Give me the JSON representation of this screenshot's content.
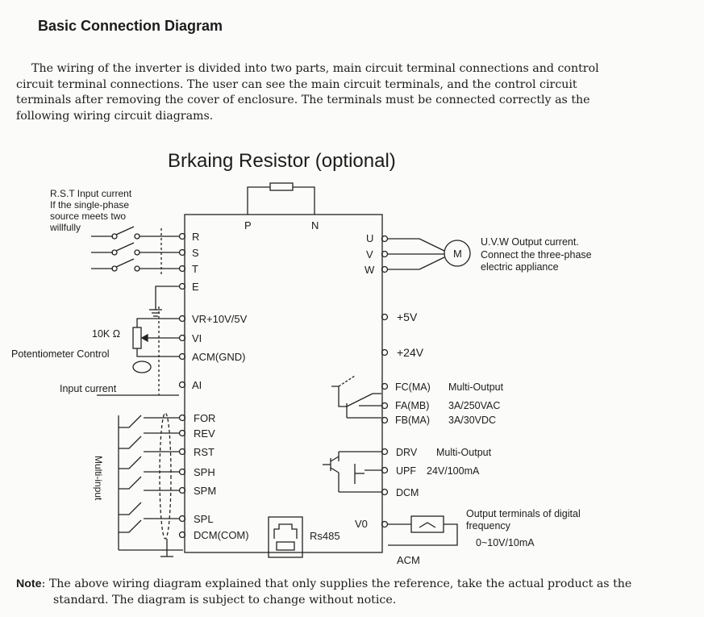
{
  "heading": "Basic Connection Diagram",
  "intro": {
    "line1": "The wiring of the inverter is divided into two parts, main circuit terminal connections and control",
    "line2": "circuit terminal connections. The user can see the main circuit terminals, and the control circuit",
    "line3": "terminals after removing the cover of enclosure. The terminals must be connected correctly as the",
    "line4": "following wiring circuit diagrams."
  },
  "diagram": {
    "braking_title": "Brkaing Resistor (optional)",
    "input_note": [
      "R.S.T Input current",
      "If the single-phase",
      "source meets two",
      "willfully"
    ],
    "dc_terminals": [
      "P",
      "N"
    ],
    "main_inputs": [
      "R",
      "S",
      "T",
      "E"
    ],
    "outputs": [
      "U",
      "V",
      "W"
    ],
    "motor": "M",
    "output_note": [
      "U.V.W Output current.",
      "Connect the three-phase",
      "electric appliance"
    ],
    "analog": {
      "vr": "VR+10V/5V",
      "vi": "VI",
      "acm": "ACM(GND)",
      "ai": "AI",
      "resistor": "10K Ω",
      "pot_label": "Potentiometer Control",
      "input_label": "Input current"
    },
    "supplies": [
      "+5V",
      "+24V"
    ],
    "relay": {
      "terminals": [
        "FC(MA)",
        "FA(MB)",
        "FB(MA)"
      ],
      "notes": [
        "Multi-Output",
        "3A/250VAC",
        "3A/30VDC"
      ]
    },
    "digital_inputs": [
      "FOR",
      "REV",
      "RST",
      "SPH",
      "SPM",
      "SPL",
      "DCM(COM)"
    ],
    "multi_input_label": "Multi-input",
    "transistor": {
      "terminals": [
        "DRV",
        "UPF",
        "DCM"
      ],
      "notes": [
        "Multi-Output",
        "24V/100mA"
      ]
    },
    "rs485": "Rs485",
    "v0": "V0",
    "acm_bottom": "ACM",
    "freq_note": [
      "Output terminals of digital",
      "frequency",
      "0~10V/10mA"
    ]
  },
  "note": {
    "label": "Note",
    "line1": ": The above wiring diagram explained that only supplies the reference, take the actual product  as the",
    "line2": "standard. The diagram is subject to change without notice."
  }
}
